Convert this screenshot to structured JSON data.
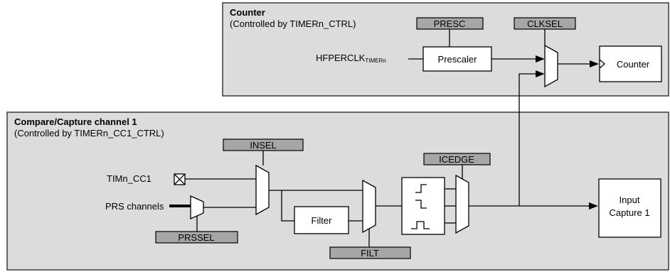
{
  "counter_panel": {
    "title": "Counter",
    "subtitle": "(Controlled by TIMERn_CTRL)"
  },
  "capture_panel": {
    "title": "Compare/Capture channel 1",
    "subtitle": "(Controlled by TIMERn_CC1_CTRL)"
  },
  "registers": {
    "presc": "PRESC",
    "clksel": "CLKSEL",
    "insel": "INSEL",
    "prssel": "PRSSEL",
    "icedge": "ICEDGE",
    "filt": "FILT"
  },
  "blocks": {
    "prescaler": "Prescaler",
    "counter": "Counter",
    "filter": "Filter",
    "input_capture_line1": "Input",
    "input_capture_line2": "Capture 1"
  },
  "signals": {
    "clock_main": "HFPERCLK",
    "clock_sub": "TIMERn",
    "pin": "TIMn_CC1",
    "prs": "PRS channels"
  }
}
